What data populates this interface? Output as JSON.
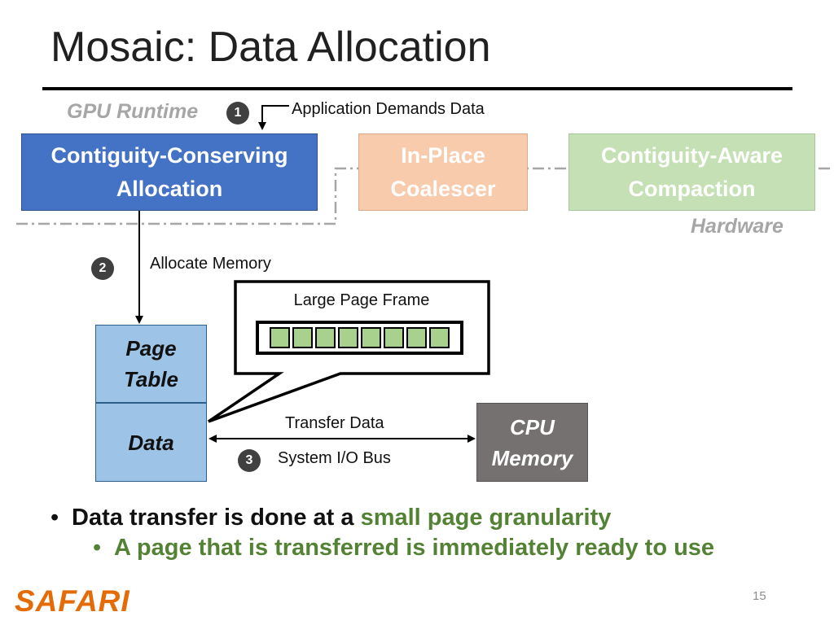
{
  "slide": {
    "title": "Mosaic: Data Allocation",
    "page_number": "15",
    "logo": "SAFARI"
  },
  "diagram": {
    "gpu_runtime_label": "GPU Runtime",
    "hardware_label": "Hardware",
    "steps": [
      {
        "number": "1",
        "label": "Application Demands Data"
      },
      {
        "number": "2",
        "label": "Allocate Memory"
      },
      {
        "number": "3",
        "label": "System I/O Bus"
      }
    ],
    "transfer_label": "Transfer Data",
    "boxes": {
      "allocation": {
        "line1": "Contiguity-Conserving",
        "line2": "Allocation"
      },
      "coalescer": {
        "line1": "In-Place",
        "line2": "Coalescer"
      },
      "compaction": {
        "line1": "Contiguity-Aware",
        "line2": "Compaction"
      },
      "page_table": {
        "line1": "Page",
        "line2": "Table"
      },
      "data": "Data",
      "cpu_memory": {
        "line1": "CPU",
        "line2": "Memory"
      }
    },
    "callout_label": "Large Page Frame",
    "frame_cells": 8,
    "colors": {
      "runtime_blue": "#4472c4",
      "coalescer_peach": "#f8cbad",
      "compaction_green": "#c5e0b4",
      "memory_light_blue": "#9dc3e6",
      "cpu_gray": "#767171",
      "cell_green": "#a9d18e",
      "accent_green": "#548235",
      "logo_orange": "#e36c09"
    }
  },
  "bullets": {
    "main": {
      "bullet": "•",
      "text_plain": "Data transfer is done at a ",
      "text_highlight": "small page granularity"
    },
    "sub": {
      "bullet": "•",
      "text": "A page that is transferred is immediately ready to use"
    }
  }
}
